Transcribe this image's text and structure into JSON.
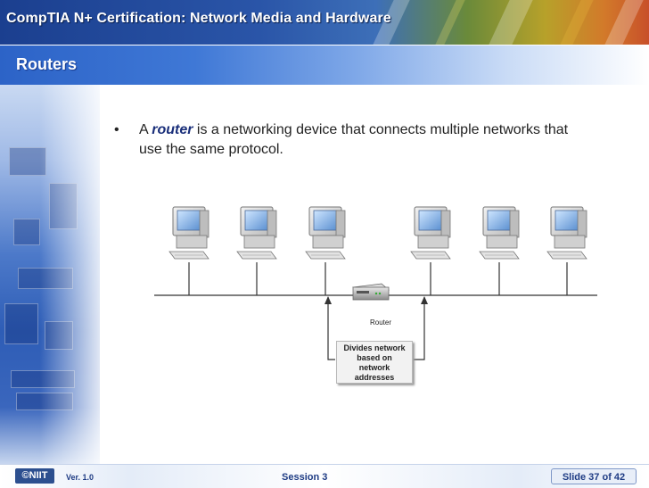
{
  "header": {
    "title": "CompTIA N+ Certification: Network Media and Hardware"
  },
  "slide": {
    "title": "Routers",
    "bullet": {
      "prefix": "A ",
      "term": "router",
      "suffix": " is a networking device that connects multiple networks that use the same protocol."
    }
  },
  "diagram": {
    "router_label": "Router",
    "callout_lines": [
      "Divides network",
      "based on",
      "network",
      "addresses"
    ]
  },
  "footer": {
    "logo": "©NIIT",
    "version": "Ver.  1.0",
    "session": "Session 3",
    "slide_number": "Slide 37 of 42"
  },
  "colors": {
    "primary_blue": "#1f3c84",
    "title_band": "#2c63c7"
  }
}
